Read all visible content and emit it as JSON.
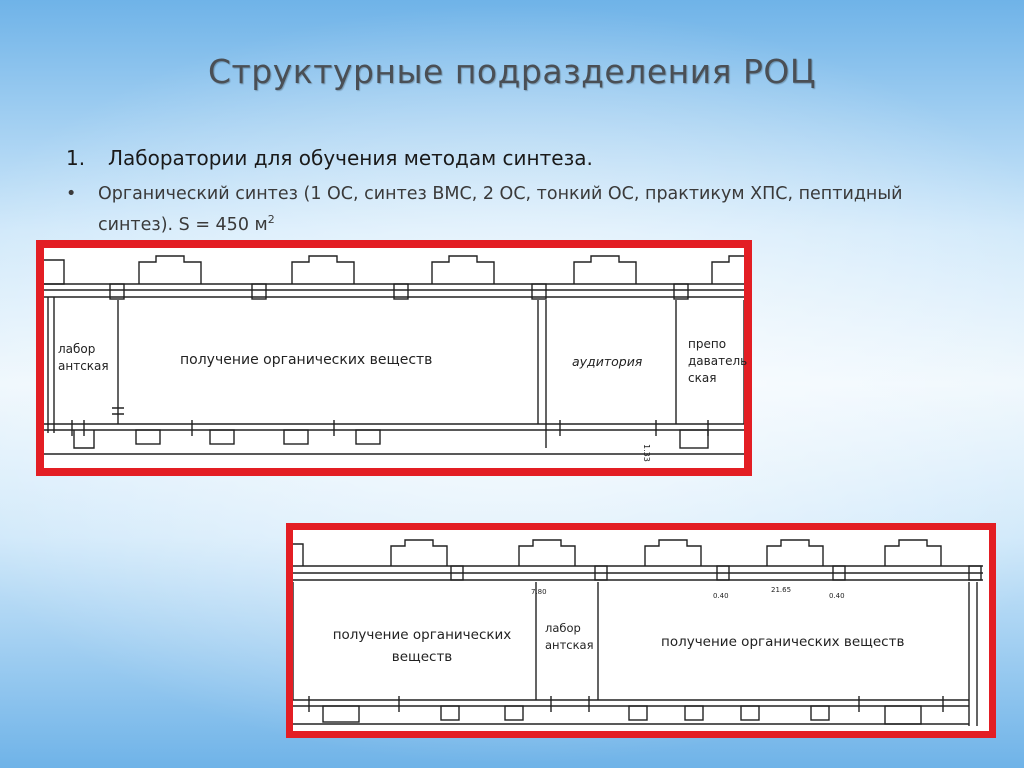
{
  "slide": {
    "title": "Структурные подразделения РОЦ",
    "item1_number": "1.",
    "item1_text": "Лаборатории для обучения методам синтеза.",
    "bullet_symbol": "•",
    "bullet_text": "Органический синтез (1 ОС, синтез ВМС, 2 ОС, тонкий ОС, практикум ХПС, пептидный синтез). S = 450 м",
    "bullet_sup": "2"
  },
  "plan1": {
    "room_lab_1": "лабор",
    "room_lab_2": "антская",
    "room_main": "получение органических веществ",
    "room_aud": "аудитория",
    "room_prep_1": "препо",
    "room_prep_2": "даватель",
    "room_prep_3": "ская",
    "dim": "1.33"
  },
  "plan2": {
    "room_left_1": "получение органических",
    "room_left_2": "веществ",
    "room_lab_1": "лабор",
    "room_lab_2": "антская",
    "room_right": "получение органических веществ",
    "dim_a": "7.80",
    "dim_b": "0.40",
    "dim_c": "21.65",
    "dim_d": "0.40"
  },
  "colors": {
    "frame": "#e31e24",
    "title": "#4a4f55"
  }
}
